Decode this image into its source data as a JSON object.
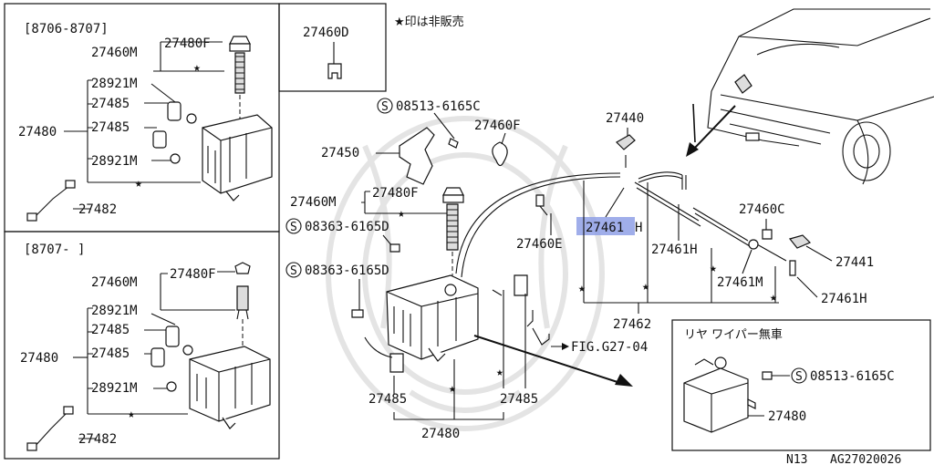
{
  "note": "★印は非販売",
  "footer": {
    "section": "N13",
    "code": "AG27020026"
  },
  "panels": {
    "top_left": {
      "period": "[8706-8707]",
      "labels": [
        "27480F",
        "27460M",
        "28921M",
        "27485",
        "27480",
        "27485",
        "28921M",
        "27482"
      ]
    },
    "bottom_left": {
      "period": "[8707-    ]",
      "labels": [
        "27460M",
        "27480F",
        "28921M",
        "27485",
        "27480",
        "27485",
        "28921M",
        "27482"
      ]
    },
    "clip": {
      "label": "27460D"
    },
    "rear": {
      "title": "リヤ ワイパー無車",
      "labels": [
        "08513-6165C",
        "27480"
      ]
    }
  },
  "main": {
    "labels": {
      "bolt1": "08513-6165C",
      "bracket_f": "27460F",
      "nozzle_top": "27440",
      "bracket": "27450",
      "cap": "27480F",
      "cap_m": "27460M",
      "bolt2": "08363-6165D",
      "bolt3": "08363-6165D",
      "hose_hl": "27461",
      "hose_hl_suffix": "H",
      "clip_e": "27460E",
      "hose2": "27461H",
      "clip_c": "27460C",
      "nozzle_r": "27441",
      "hose3": "27461M",
      "hose4": "27461H",
      "hose_set": "27462",
      "fig": "FIG.G27-04",
      "pump_l": "27485",
      "pump_r": "27485",
      "tank": "27480"
    },
    "highlight_color": "#8fa0e6"
  }
}
